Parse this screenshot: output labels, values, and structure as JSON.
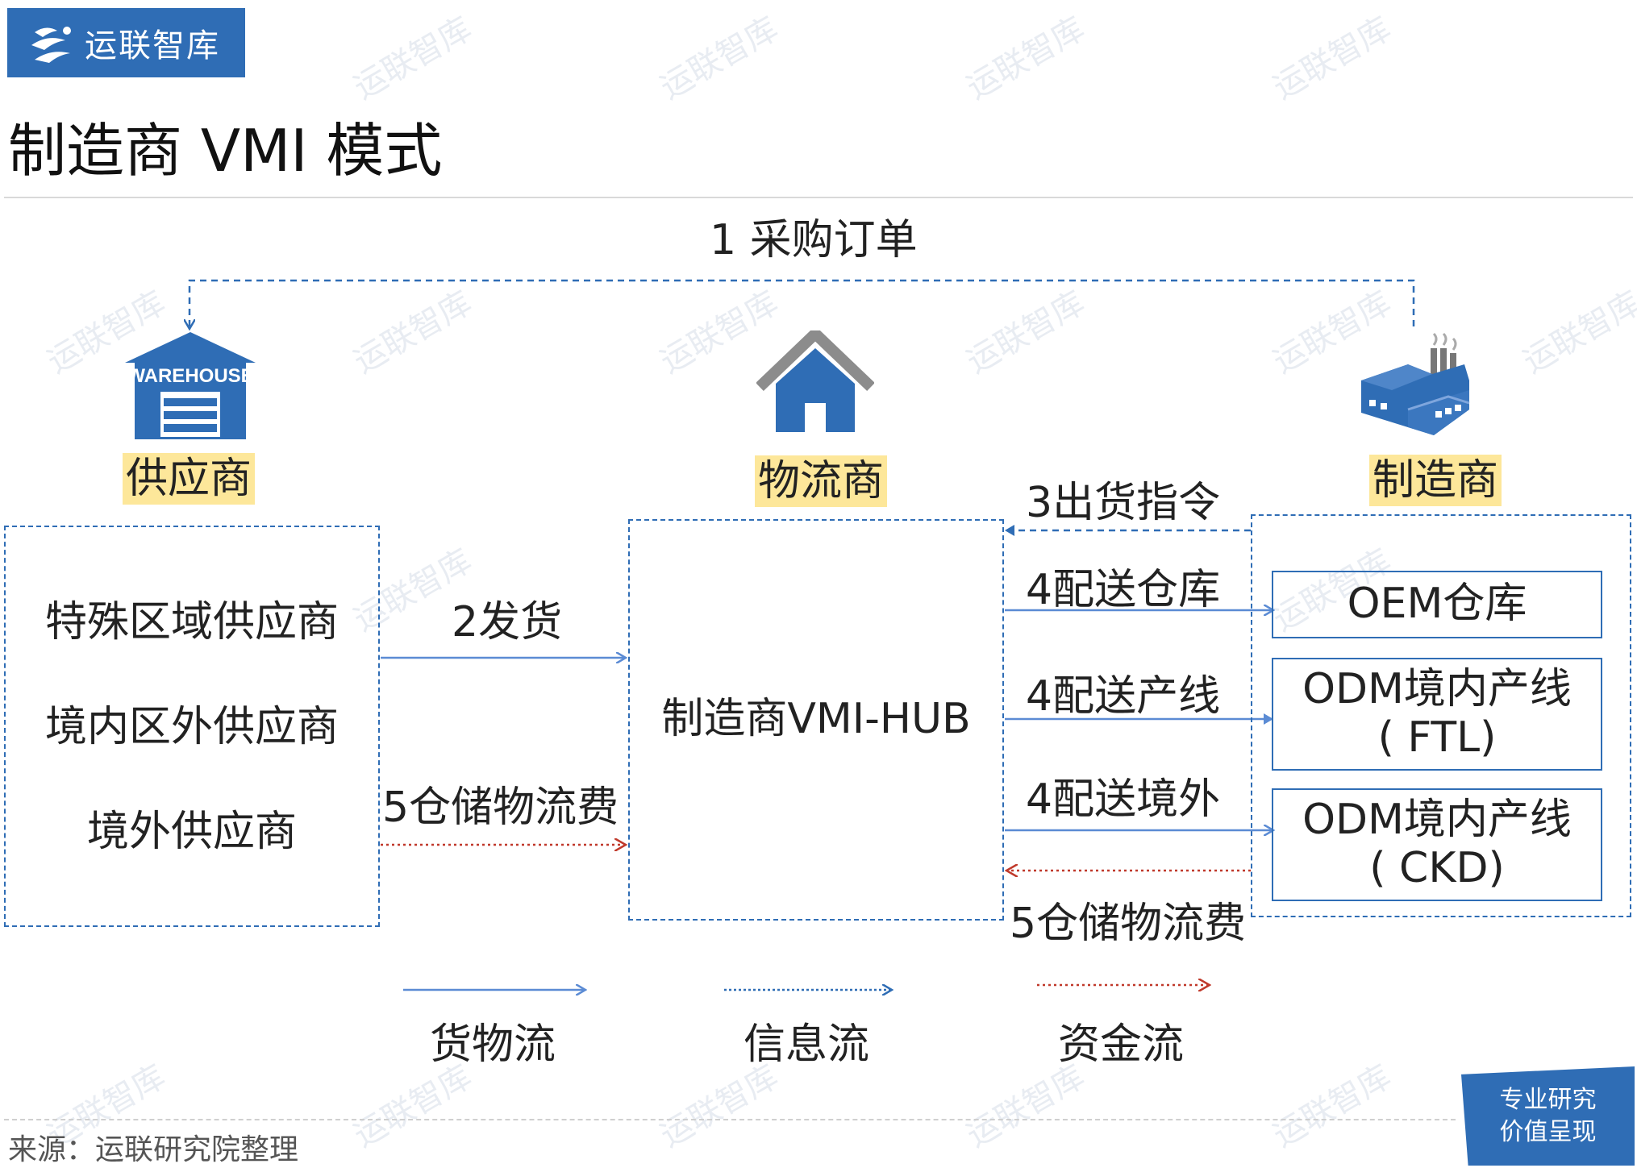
{
  "brand": {
    "name": "运联智库"
  },
  "page_title": "制造商 VMI 模式",
  "watermark": "运联智库",
  "nodes": {
    "supplier": {
      "tag": "供应商",
      "icon_text": "WAREHOUSE",
      "items": [
        "特殊区域供应商",
        "境内区外供应商",
        "境外供应商"
      ]
    },
    "logistics": {
      "tag": "物流商",
      "hub": "制造商VMI-HUB"
    },
    "manufacturer": {
      "tag": "制造商",
      "destinations": [
        {
          "line1": "OEM仓库",
          "line2": ""
        },
        {
          "line1": "ODM境内产线",
          "line2": "( FTL)"
        },
        {
          "line1": "ODM境内产线",
          "line2": "( CKD)"
        }
      ]
    }
  },
  "flows": {
    "purchase_order": "1 采购订单",
    "ship": "2发货",
    "dispatch_order": "3出货指令",
    "deliver_warehouse": "4配送仓库",
    "deliver_line": "4配送产线",
    "deliver_abroad": "4配送境外",
    "fee_left": "5仓储物流费",
    "fee_right": "5仓储物流费"
  },
  "legend": {
    "goods": "货物流",
    "info": "信息流",
    "money": "资金流"
  },
  "colors": {
    "goods": "#5b8bd4",
    "info": "#2f6db5",
    "money": "#c0392b",
    "tag": "#fde79a",
    "brand": "#2f6db5"
  },
  "source": "来源：运联研究院整理",
  "stamp": {
    "line1": "专业研究",
    "line2": "价值呈现"
  }
}
